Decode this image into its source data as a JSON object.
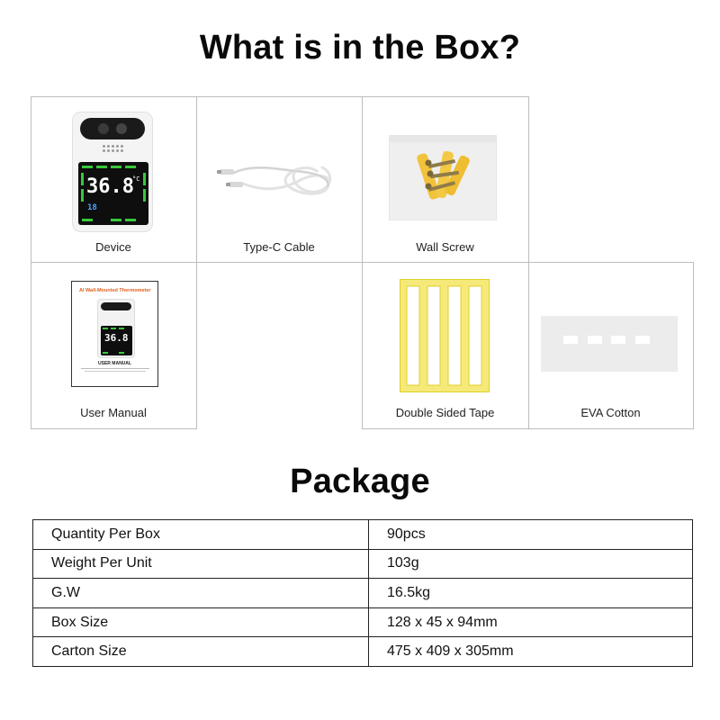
{
  "box_section": {
    "title": "What is in the Box?",
    "items": [
      {
        "caption": "Device",
        "icon": "thermometer-device-icon"
      },
      {
        "caption": "Type-C Cable",
        "icon": "usb-cable-icon"
      },
      {
        "caption": "Wall Screw",
        "icon": "screw-bag-icon"
      },
      {
        "caption": "User Manual",
        "icon": "manual-booklet-icon"
      },
      {
        "caption": "Double Sided Tape",
        "icon": "tape-strips-icon"
      },
      {
        "caption": "EVA Cotton",
        "icon": "eva-foam-icon"
      }
    ],
    "device_display": {
      "reading": "36.8",
      "unit": "°C",
      "small": "18"
    },
    "manual": {
      "heading": "AI Wall-Mounted Thermometer",
      "reading": "36.8",
      "label": "USER MANUAL"
    }
  },
  "package_section": {
    "title": "Package",
    "rows": [
      {
        "label": "Quantity Per Box",
        "value": "90pcs"
      },
      {
        "label": "Weight Per Unit",
        "value": "103g"
      },
      {
        "label": "G.W",
        "value": "16.5kg"
      },
      {
        "label": "Box Size",
        "value": "128 x 45 x 94mm"
      },
      {
        "label": "Carton Size",
        "value": "475 x 409 x 305mm"
      }
    ]
  },
  "colors": {
    "tape_yellow": "#f5e97a",
    "tape_border": "#e3cf2a",
    "screen_green": "#38c93a",
    "manual_orange": "#e0601f"
  }
}
